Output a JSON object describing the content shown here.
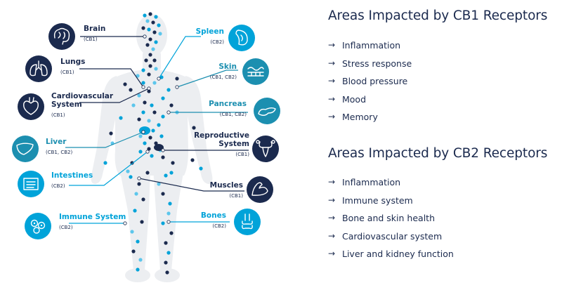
{
  "colors": {
    "navy": "#1b2a4e",
    "blue": "#00a3d9",
    "teal": "#1c8fb0",
    "light_blue": "#5cc6ec",
    "body": "#eceef1"
  },
  "organs": [
    {
      "name": "Brain",
      "receptors": "(CB1)",
      "icon": "brain-icon",
      "color": "navy"
    },
    {
      "name": "Lungs",
      "receptors": "(CB1)",
      "icon": "lungs-icon",
      "color": "navy"
    },
    {
      "name": "Cardiovascular",
      "name2": "System",
      "receptors": "(CB1)",
      "icon": "heart-icon",
      "color": "navy"
    },
    {
      "name": "Liver",
      "receptors": "(CB1, CB2)",
      "icon": "liver-icon",
      "color": "teal"
    },
    {
      "name": "Intestines",
      "receptors": "(CB2)",
      "icon": "intestines-icon",
      "color": "blue"
    },
    {
      "name": "Immune System",
      "receptors": "(CB2)",
      "icon": "immune-cells-icon",
      "color": "blue"
    },
    {
      "name": "Spleen",
      "receptors": "(CB2)",
      "icon": "spleen-icon",
      "color": "blue"
    },
    {
      "name": "Skin",
      "receptors": "(CB1, CB2)",
      "icon": "skin-icon",
      "color": "teal"
    },
    {
      "name": "Pancreas",
      "receptors": "(CB1, CB2)",
      "icon": "pancreas-icon",
      "color": "teal"
    },
    {
      "name": "Reproductive",
      "name2": "System",
      "receptors": "(CB1)",
      "icon": "reproductive-icon",
      "color": "navy"
    },
    {
      "name": "Muscles",
      "receptors": "(CB1)",
      "icon": "muscle-icon",
      "color": "navy"
    },
    {
      "name": "Bones",
      "receptors": "(CB2)",
      "icon": "bone-icon",
      "color": "blue"
    }
  ],
  "cb1": {
    "title": "Areas Impacted by CB1 Receptors",
    "items": [
      "Inflammation",
      "Stress response",
      "Blood pressure",
      "Mood",
      "Memory"
    ]
  },
  "cb2": {
    "title": "Areas Impacted by CB2 Receptors",
    "items": [
      "Inflammation",
      "Immune system",
      "Bone and skin health",
      "Cardiovascular system",
      "Liver and kidney function"
    ]
  }
}
